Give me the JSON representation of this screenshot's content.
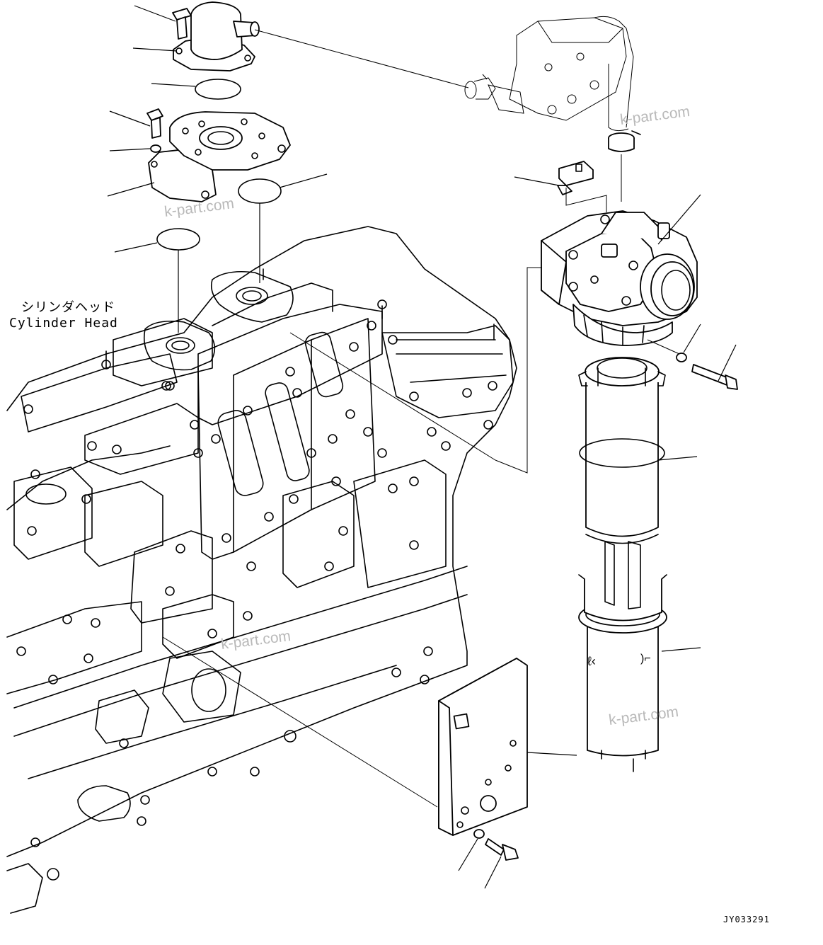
{
  "labels": {
    "cylinder_head_jp": "シリンダヘッド",
    "cylinder_head_en": "Cylinder Head"
  },
  "watermarks": [
    "k-part.com",
    "k-part.com",
    "k-part.com",
    "k-part.com"
  ],
  "drawing_code": "JY033291",
  "colors": {
    "line": "#000000",
    "watermark": "#b9b9b9",
    "background": "#ffffff"
  }
}
